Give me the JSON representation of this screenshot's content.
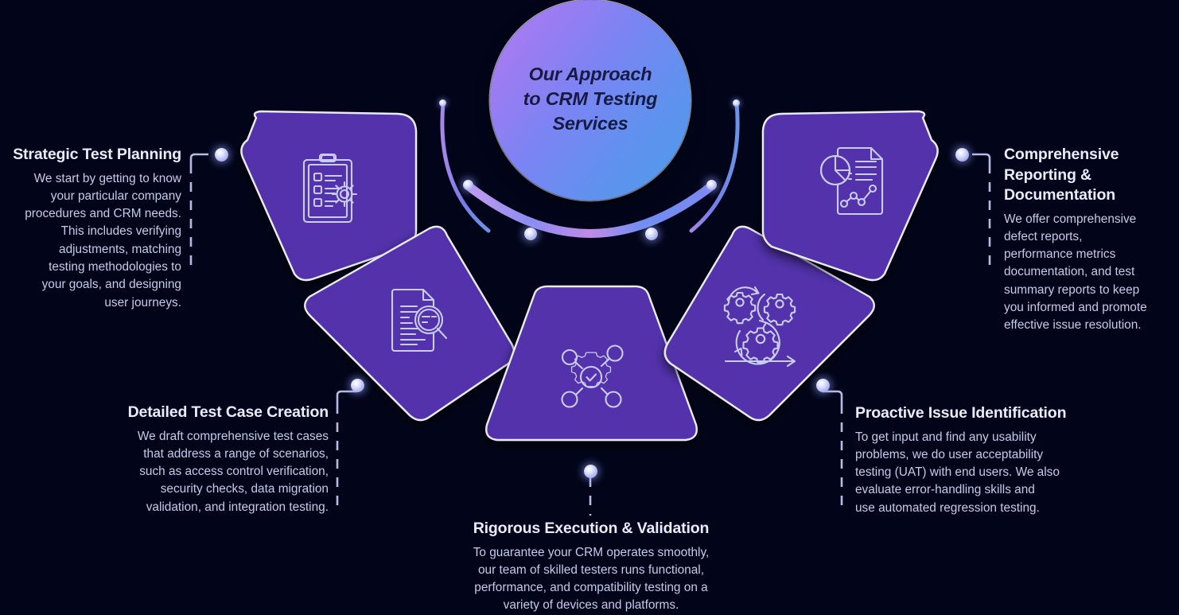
{
  "theme": {
    "background": "#02051a",
    "petal_fill": "#5231ab",
    "petal_edge": "#e9ecfb",
    "accent_dot": "#b9bdf0",
    "heading_color": "#e8ecfb",
    "body_color": "#c6caea",
    "hub_gradient_from": "#b57ef0",
    "hub_gradient_to": "#4e9ae8",
    "hub_text_color": "#171a42"
  },
  "hub": {
    "title": "Our Approach\nto CRM Testing\nServices"
  },
  "steps": [
    {
      "id": "strategic-test-planning",
      "title": "Strategic Test Planning",
      "body": "We start by getting to know\nyour particular company\nprocedures and CRM needs.\nThis includes verifying\nadjustments, matching\ntesting methodologies to\nyour goals, and designing\nuser journeys.",
      "icon": "clipboard-gear-icon",
      "align": "right"
    },
    {
      "id": "detailed-test-case-creation",
      "title": "Detailed Test Case Creation",
      "body": "We draft comprehensive test cases\nthat address a range of scenarios,\nsuch as access control verification,\nsecurity checks, data migration\nvalidation, and integration testing.",
      "icon": "document-magnifier-icon",
      "align": "right"
    },
    {
      "id": "rigorous-execution-validation",
      "title": "Rigorous Execution & Validation",
      "body": "To guarantee your CRM operates smoothly,\nour team of skilled testers runs functional,\nperformance, and compatibility testing on a\nvariety of devices and platforms.",
      "icon": "gear-network-check-icon",
      "align": "center"
    },
    {
      "id": "proactive-issue-identification",
      "title": "Proactive Issue Identification",
      "body": "To get input and find any usability\nproblems, we do user acceptability\ntesting (UAT) with end users. We also\nevaluate error-handling skills and\nuse automated regression testing.",
      "icon": "agile-gears-arrow-icon",
      "align": "left"
    },
    {
      "id": "comprehensive-reporting-documentation",
      "title": "Comprehensive\nReporting &\nDocumentation",
      "body": "We offer comprehensive\ndefect reports,\nperformance metrics\ndocumentation, and test\nsummary reports to keep\nyou informed and promote\neffective issue resolution.",
      "icon": "report-chart-document-icon",
      "align": "left"
    }
  ]
}
